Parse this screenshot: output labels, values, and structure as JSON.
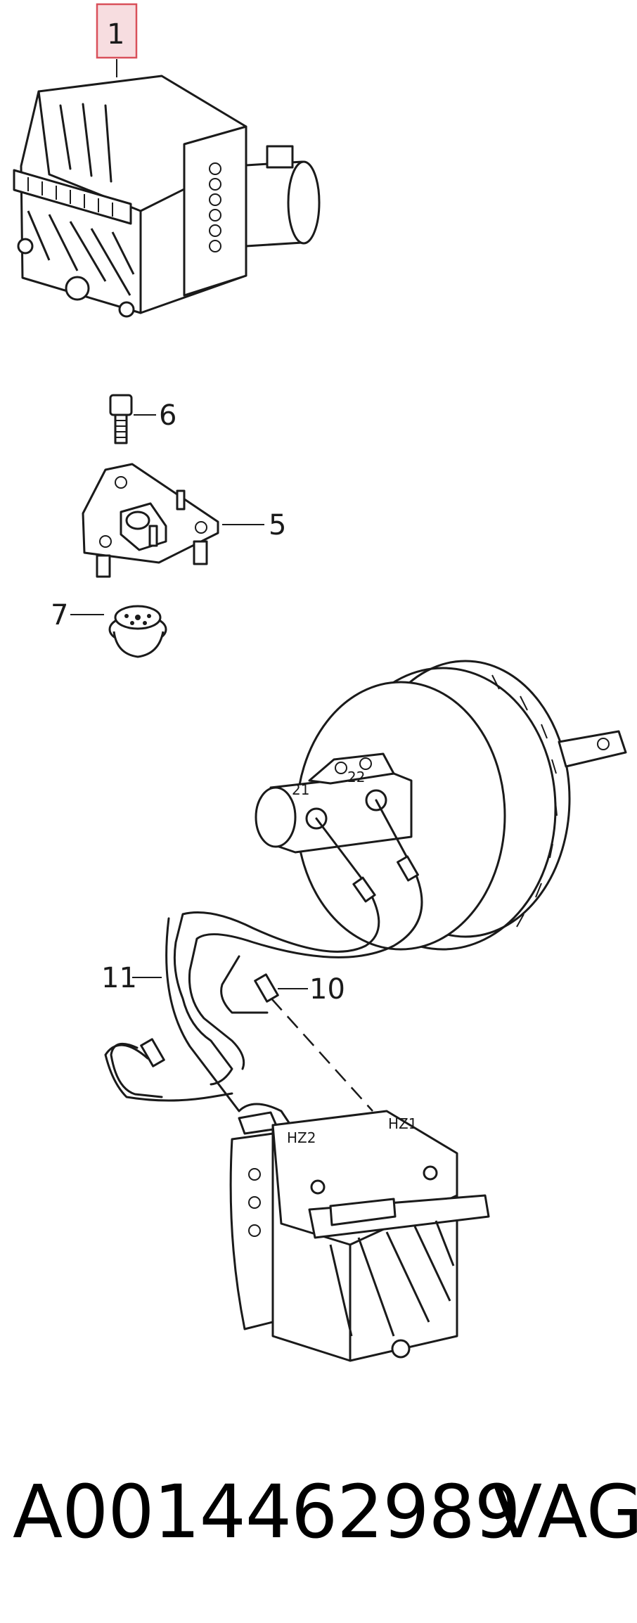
{
  "diagram": {
    "callouts": {
      "c1": "1",
      "c5": "5",
      "c6": "6",
      "c7": "7",
      "c10": "10",
      "c11": "11",
      "c21": "21",
      "c22": "22",
      "hz1": "HZ1",
      "hz2": "HZ2"
    },
    "highlight_color": "#d9505a",
    "highlight_fill": "#f7dde0"
  },
  "footer": {
    "part_number": "A0014462989",
    "brand": "VAG"
  }
}
